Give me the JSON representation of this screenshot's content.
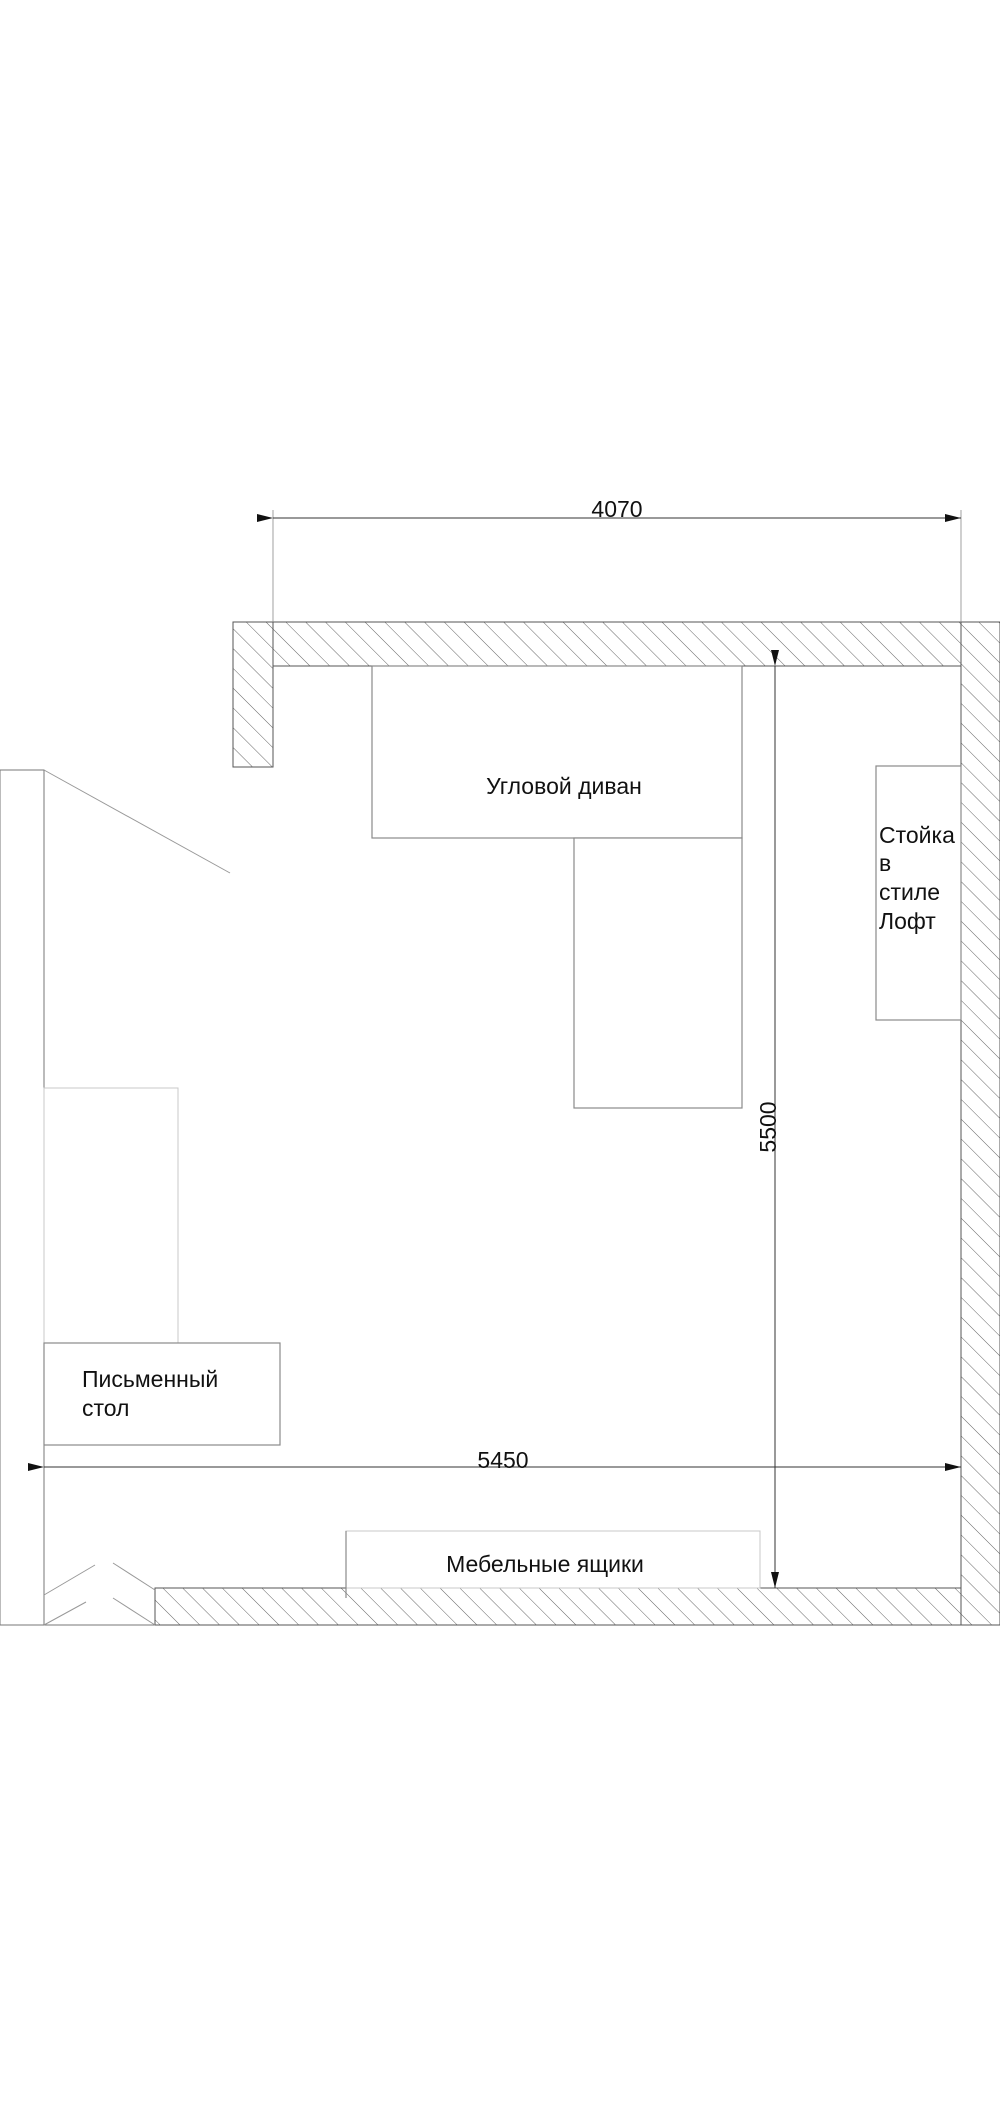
{
  "dimensions": {
    "top_width": "4070",
    "inner_width": "5450",
    "height": "5500"
  },
  "furniture": {
    "corner_sofa": "Угловой диван",
    "loft_rack_lines": [
      "Стойка",
      "в",
      "стиле",
      "Лофт"
    ],
    "desk_lines": [
      "Письменный",
      "стол"
    ],
    "drawers": "Мебельные ящики"
  }
}
